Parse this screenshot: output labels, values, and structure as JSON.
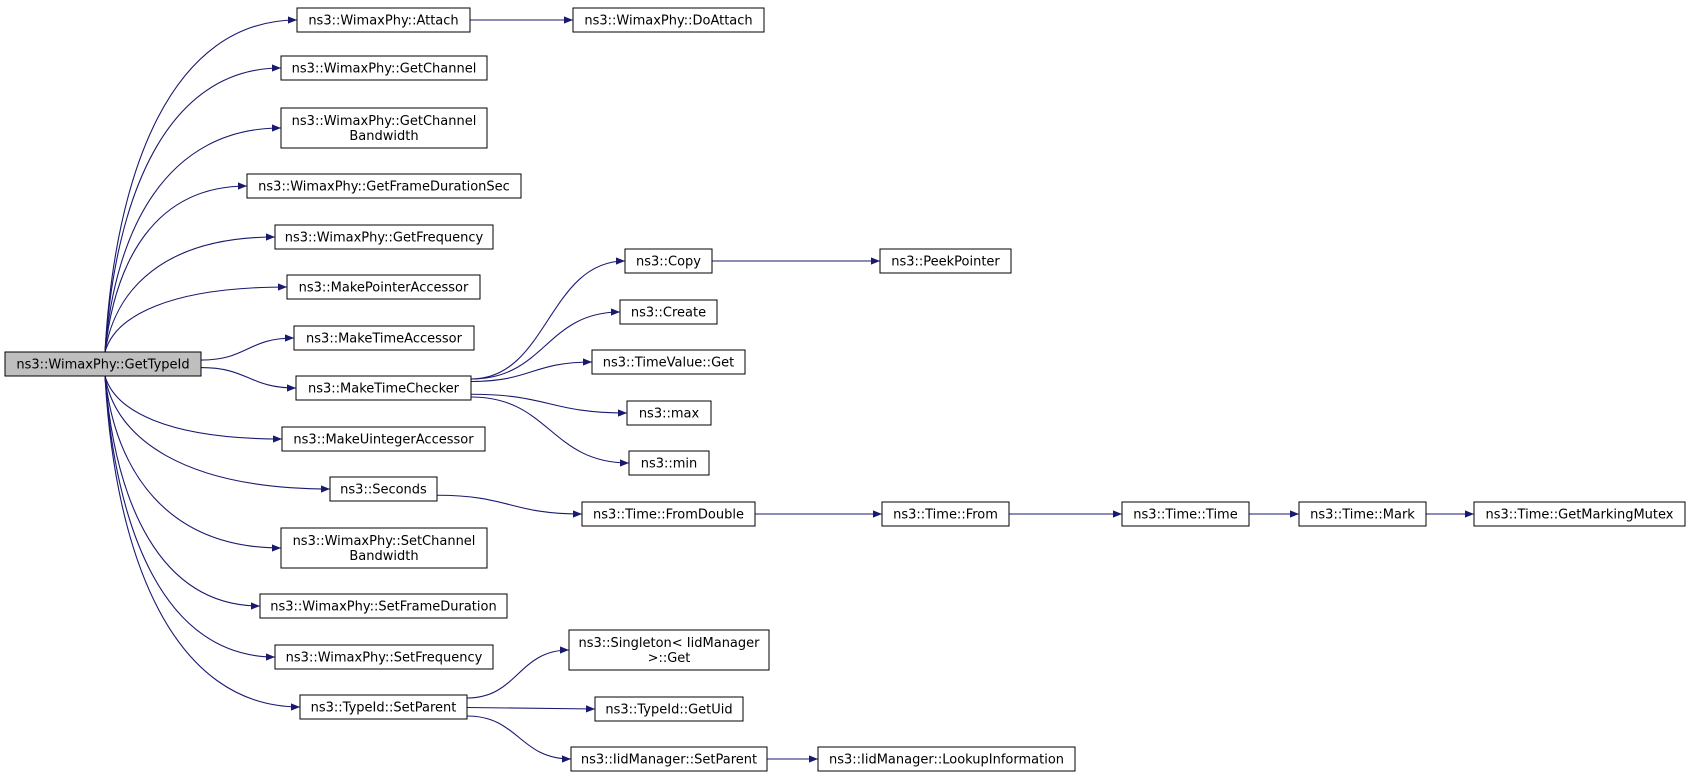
{
  "graph": {
    "edge_color": "#191970",
    "root_fill": "#bfbfbf",
    "nodes": [
      {
        "id": "root",
        "lines": [
          "ns3::WimaxPhy::GetTypeId"
        ]
      },
      {
        "id": "attach",
        "lines": [
          "ns3::WimaxPhy::Attach"
        ]
      },
      {
        "id": "doattach",
        "lines": [
          "ns3::WimaxPhy::DoAttach"
        ]
      },
      {
        "id": "getchannel",
        "lines": [
          "ns3::WimaxPhy::GetChannel"
        ]
      },
      {
        "id": "getchannelbw",
        "lines": [
          "ns3::WimaxPhy::GetChannel",
          "Bandwidth"
        ]
      },
      {
        "id": "getframedur",
        "lines": [
          "ns3::WimaxPhy::GetFrameDurationSec"
        ]
      },
      {
        "id": "getfreq",
        "lines": [
          "ns3::WimaxPhy::GetFrequency"
        ]
      },
      {
        "id": "makeptracc",
        "lines": [
          "ns3::MakePointerAccessor"
        ]
      },
      {
        "id": "maketimeacc",
        "lines": [
          "ns3::MakeTimeAccessor"
        ]
      },
      {
        "id": "maketimechk",
        "lines": [
          "ns3::MakeTimeChecker"
        ]
      },
      {
        "id": "makeuintacc",
        "lines": [
          "ns3::MakeUintegerAccessor"
        ]
      },
      {
        "id": "seconds",
        "lines": [
          "ns3::Seconds"
        ]
      },
      {
        "id": "setchannelbw",
        "lines": [
          "ns3::WimaxPhy::SetChannel",
          "Bandwidth"
        ]
      },
      {
        "id": "setframedur",
        "lines": [
          "ns3::WimaxPhy::SetFrameDuration"
        ]
      },
      {
        "id": "setfreq",
        "lines": [
          "ns3::WimaxPhy::SetFrequency"
        ]
      },
      {
        "id": "setparent",
        "lines": [
          "ns3::TypeId::SetParent"
        ]
      },
      {
        "id": "copy",
        "lines": [
          "ns3::Copy"
        ]
      },
      {
        "id": "peekptr",
        "lines": [
          "ns3::PeekPointer"
        ]
      },
      {
        "id": "create",
        "lines": [
          "ns3::Create"
        ]
      },
      {
        "id": "timevalueget",
        "lines": [
          "ns3::TimeValue::Get"
        ]
      },
      {
        "id": "max",
        "lines": [
          "ns3::max"
        ]
      },
      {
        "id": "min",
        "lines": [
          "ns3::min"
        ]
      },
      {
        "id": "fromdouble",
        "lines": [
          "ns3::Time::FromDouble"
        ]
      },
      {
        "id": "from",
        "lines": [
          "ns3::Time::From"
        ]
      },
      {
        "id": "timetime",
        "lines": [
          "ns3::Time::Time"
        ]
      },
      {
        "id": "mark",
        "lines": [
          "ns3::Time::Mark"
        ]
      },
      {
        "id": "getmarkingmutex",
        "lines": [
          "ns3::Time::GetMarkingMutex"
        ]
      },
      {
        "id": "singletonget",
        "lines": [
          "ns3::Singleton< IidManager",
          ">::Get"
        ]
      },
      {
        "id": "getuid",
        "lines": [
          "ns3::TypeId::GetUid"
        ]
      },
      {
        "id": "iidsetparent",
        "lines": [
          "ns3::IidManager::SetParent"
        ]
      },
      {
        "id": "lookupinfo",
        "lines": [
          "ns3::IidManager::LookupInformation"
        ]
      }
    ],
    "edges": [
      [
        "root",
        "attach"
      ],
      [
        "root",
        "getchannel"
      ],
      [
        "root",
        "getchannelbw"
      ],
      [
        "root",
        "getframedur"
      ],
      [
        "root",
        "getfreq"
      ],
      [
        "root",
        "makeptracc"
      ],
      [
        "root",
        "maketimeacc"
      ],
      [
        "root",
        "maketimechk"
      ],
      [
        "root",
        "makeuintacc"
      ],
      [
        "root",
        "seconds"
      ],
      [
        "root",
        "setchannelbw"
      ],
      [
        "root",
        "setframedur"
      ],
      [
        "root",
        "setfreq"
      ],
      [
        "root",
        "setparent"
      ],
      [
        "attach",
        "doattach"
      ],
      [
        "maketimechk",
        "copy"
      ],
      [
        "maketimechk",
        "create"
      ],
      [
        "maketimechk",
        "timevalueget"
      ],
      [
        "maketimechk",
        "max"
      ],
      [
        "maketimechk",
        "min"
      ],
      [
        "copy",
        "peekptr"
      ],
      [
        "seconds",
        "fromdouble"
      ],
      [
        "fromdouble",
        "from"
      ],
      [
        "from",
        "timetime"
      ],
      [
        "timetime",
        "mark"
      ],
      [
        "mark",
        "getmarkingmutex"
      ],
      [
        "setparent",
        "singletonget"
      ],
      [
        "setparent",
        "getuid"
      ],
      [
        "setparent",
        "iidsetparent"
      ],
      [
        "iidsetparent",
        "lookupinfo"
      ]
    ]
  }
}
